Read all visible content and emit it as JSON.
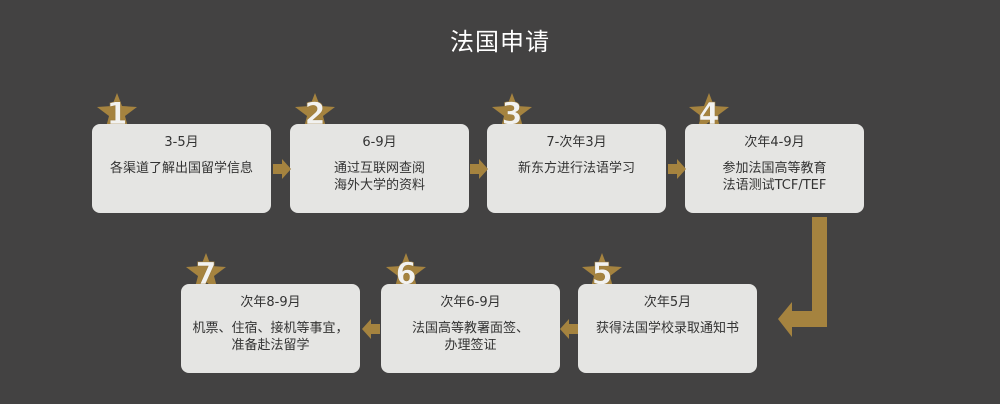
{
  "title": "法国申请",
  "colors": {
    "background": "#434242",
    "box": "#e5e5e3",
    "accent": "#a5833f",
    "text": "#333333"
  },
  "steps": [
    {
      "number": "1",
      "period": "3-5月",
      "desc": "各渠道了解出国留学信息"
    },
    {
      "number": "2",
      "period": "6-9月",
      "desc": "通过互联网查阅\n海外大学的资料"
    },
    {
      "number": "3",
      "period": "7-次年3月",
      "desc": "新东方进行法语学习"
    },
    {
      "number": "4",
      "period": "次年4-9月",
      "desc": "参加法国高等教育\n法语测试TCF/TEF"
    },
    {
      "number": "5",
      "period": "次年5月",
      "desc": "获得法国学校录取通知书"
    },
    {
      "number": "6",
      "period": "次年6-9月",
      "desc": "法国高等教署面签、\n办理签证"
    },
    {
      "number": "7",
      "period": "次年8-9月",
      "desc": "机票、住宿、接机等事宜，\n准备赴法留学"
    }
  ]
}
